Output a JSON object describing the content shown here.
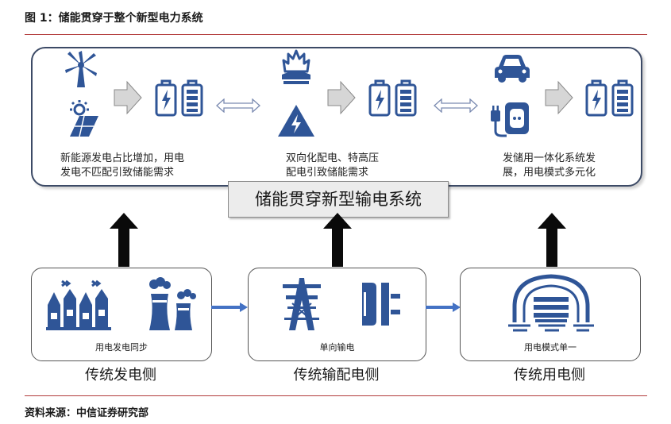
{
  "figure": {
    "title": "图 1：储能贯穿于整个新型电力系统"
  },
  "top": {
    "left_text": [
      "新能源发电占比增加，用电",
      "发电不匹配引致储能需求"
    ],
    "middle_text": [
      "双向化配电、特高压",
      "配电引致储能需求"
    ],
    "right_text": [
      "发储用一体化系统发",
      "展，用电模式多元化"
    ]
  },
  "center_label": "储能贯穿新型输电系统",
  "bottom": {
    "left": {
      "box_label": "用电发电同步",
      "caption": "传统发电侧"
    },
    "middle": {
      "box_label": "单向输电",
      "caption": "传统输配电侧"
    },
    "right": {
      "box_label": "用电模式单一",
      "caption": "传统用电侧"
    }
  },
  "source": "资料来源：中信证券研究部",
  "colors": {
    "icon_blue": "#2f5597",
    "rule_red": "#b23a3a",
    "panel_border": "#3c4a66",
    "arrow_gray": "#d6d6d6"
  },
  "icons": [
    "wind-turbine-icon",
    "solar-panel-icon",
    "battery-icon",
    "double-arrow-icon",
    "fire-icon",
    "high-voltage-icon",
    "car-icon",
    "ev-charger-icon",
    "factory-icon",
    "power-plant-icon",
    "transmission-tower-icon",
    "plug-icon",
    "house-icon"
  ]
}
